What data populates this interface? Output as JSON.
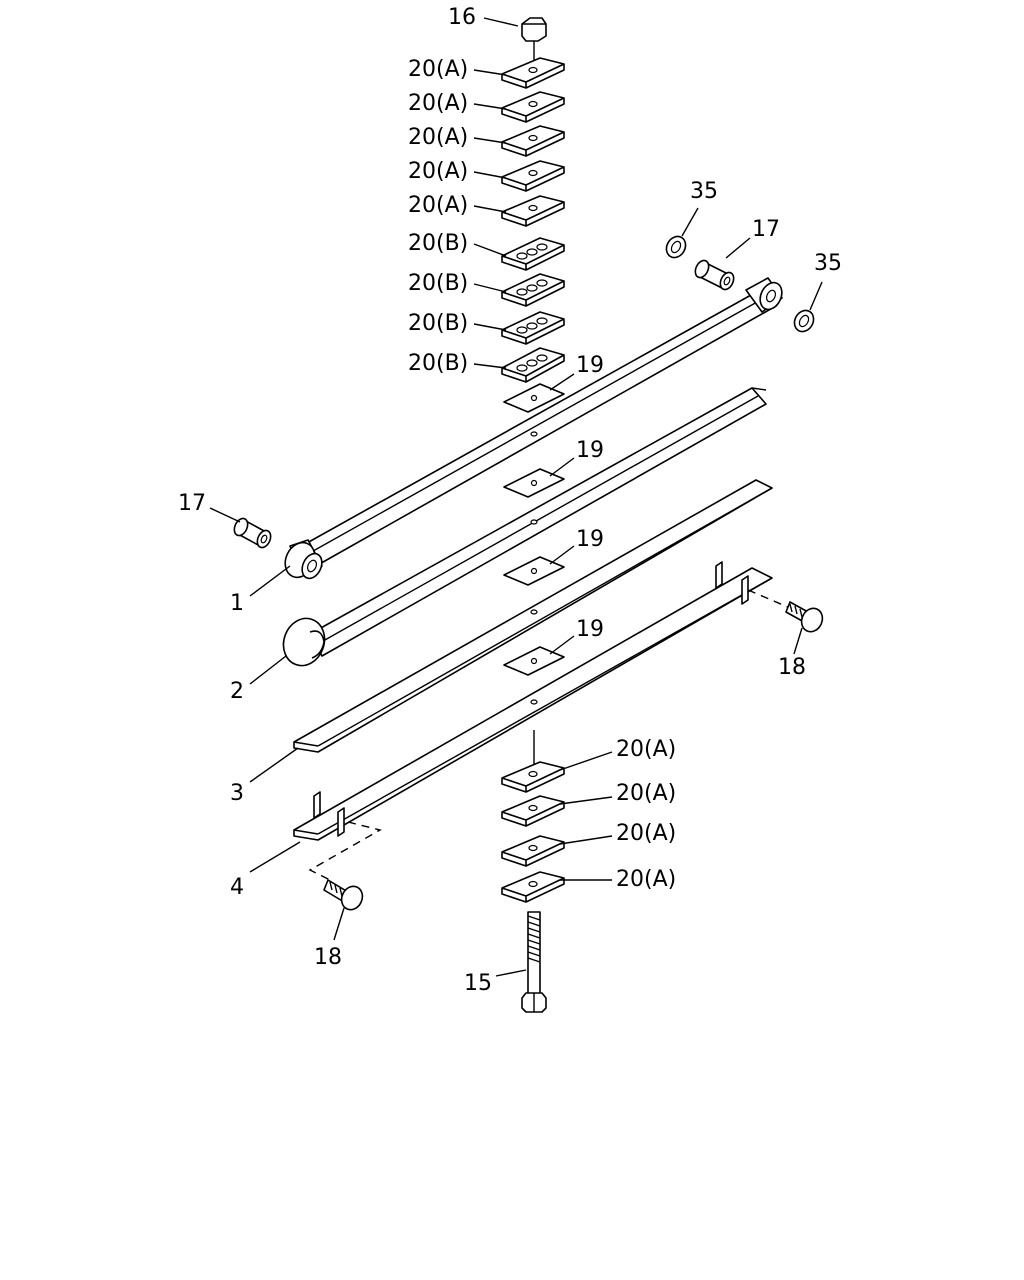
{
  "labels": {
    "nut": "16",
    "plate_a": "20(A)",
    "plate_b": "20(B)",
    "washer": "35",
    "bushing": "17",
    "pad": "19",
    "leaf1": "1",
    "leaf2": "2",
    "leaf3": "3",
    "leaf4": "4",
    "bolt_clip": "18",
    "center_bolt": "15"
  }
}
